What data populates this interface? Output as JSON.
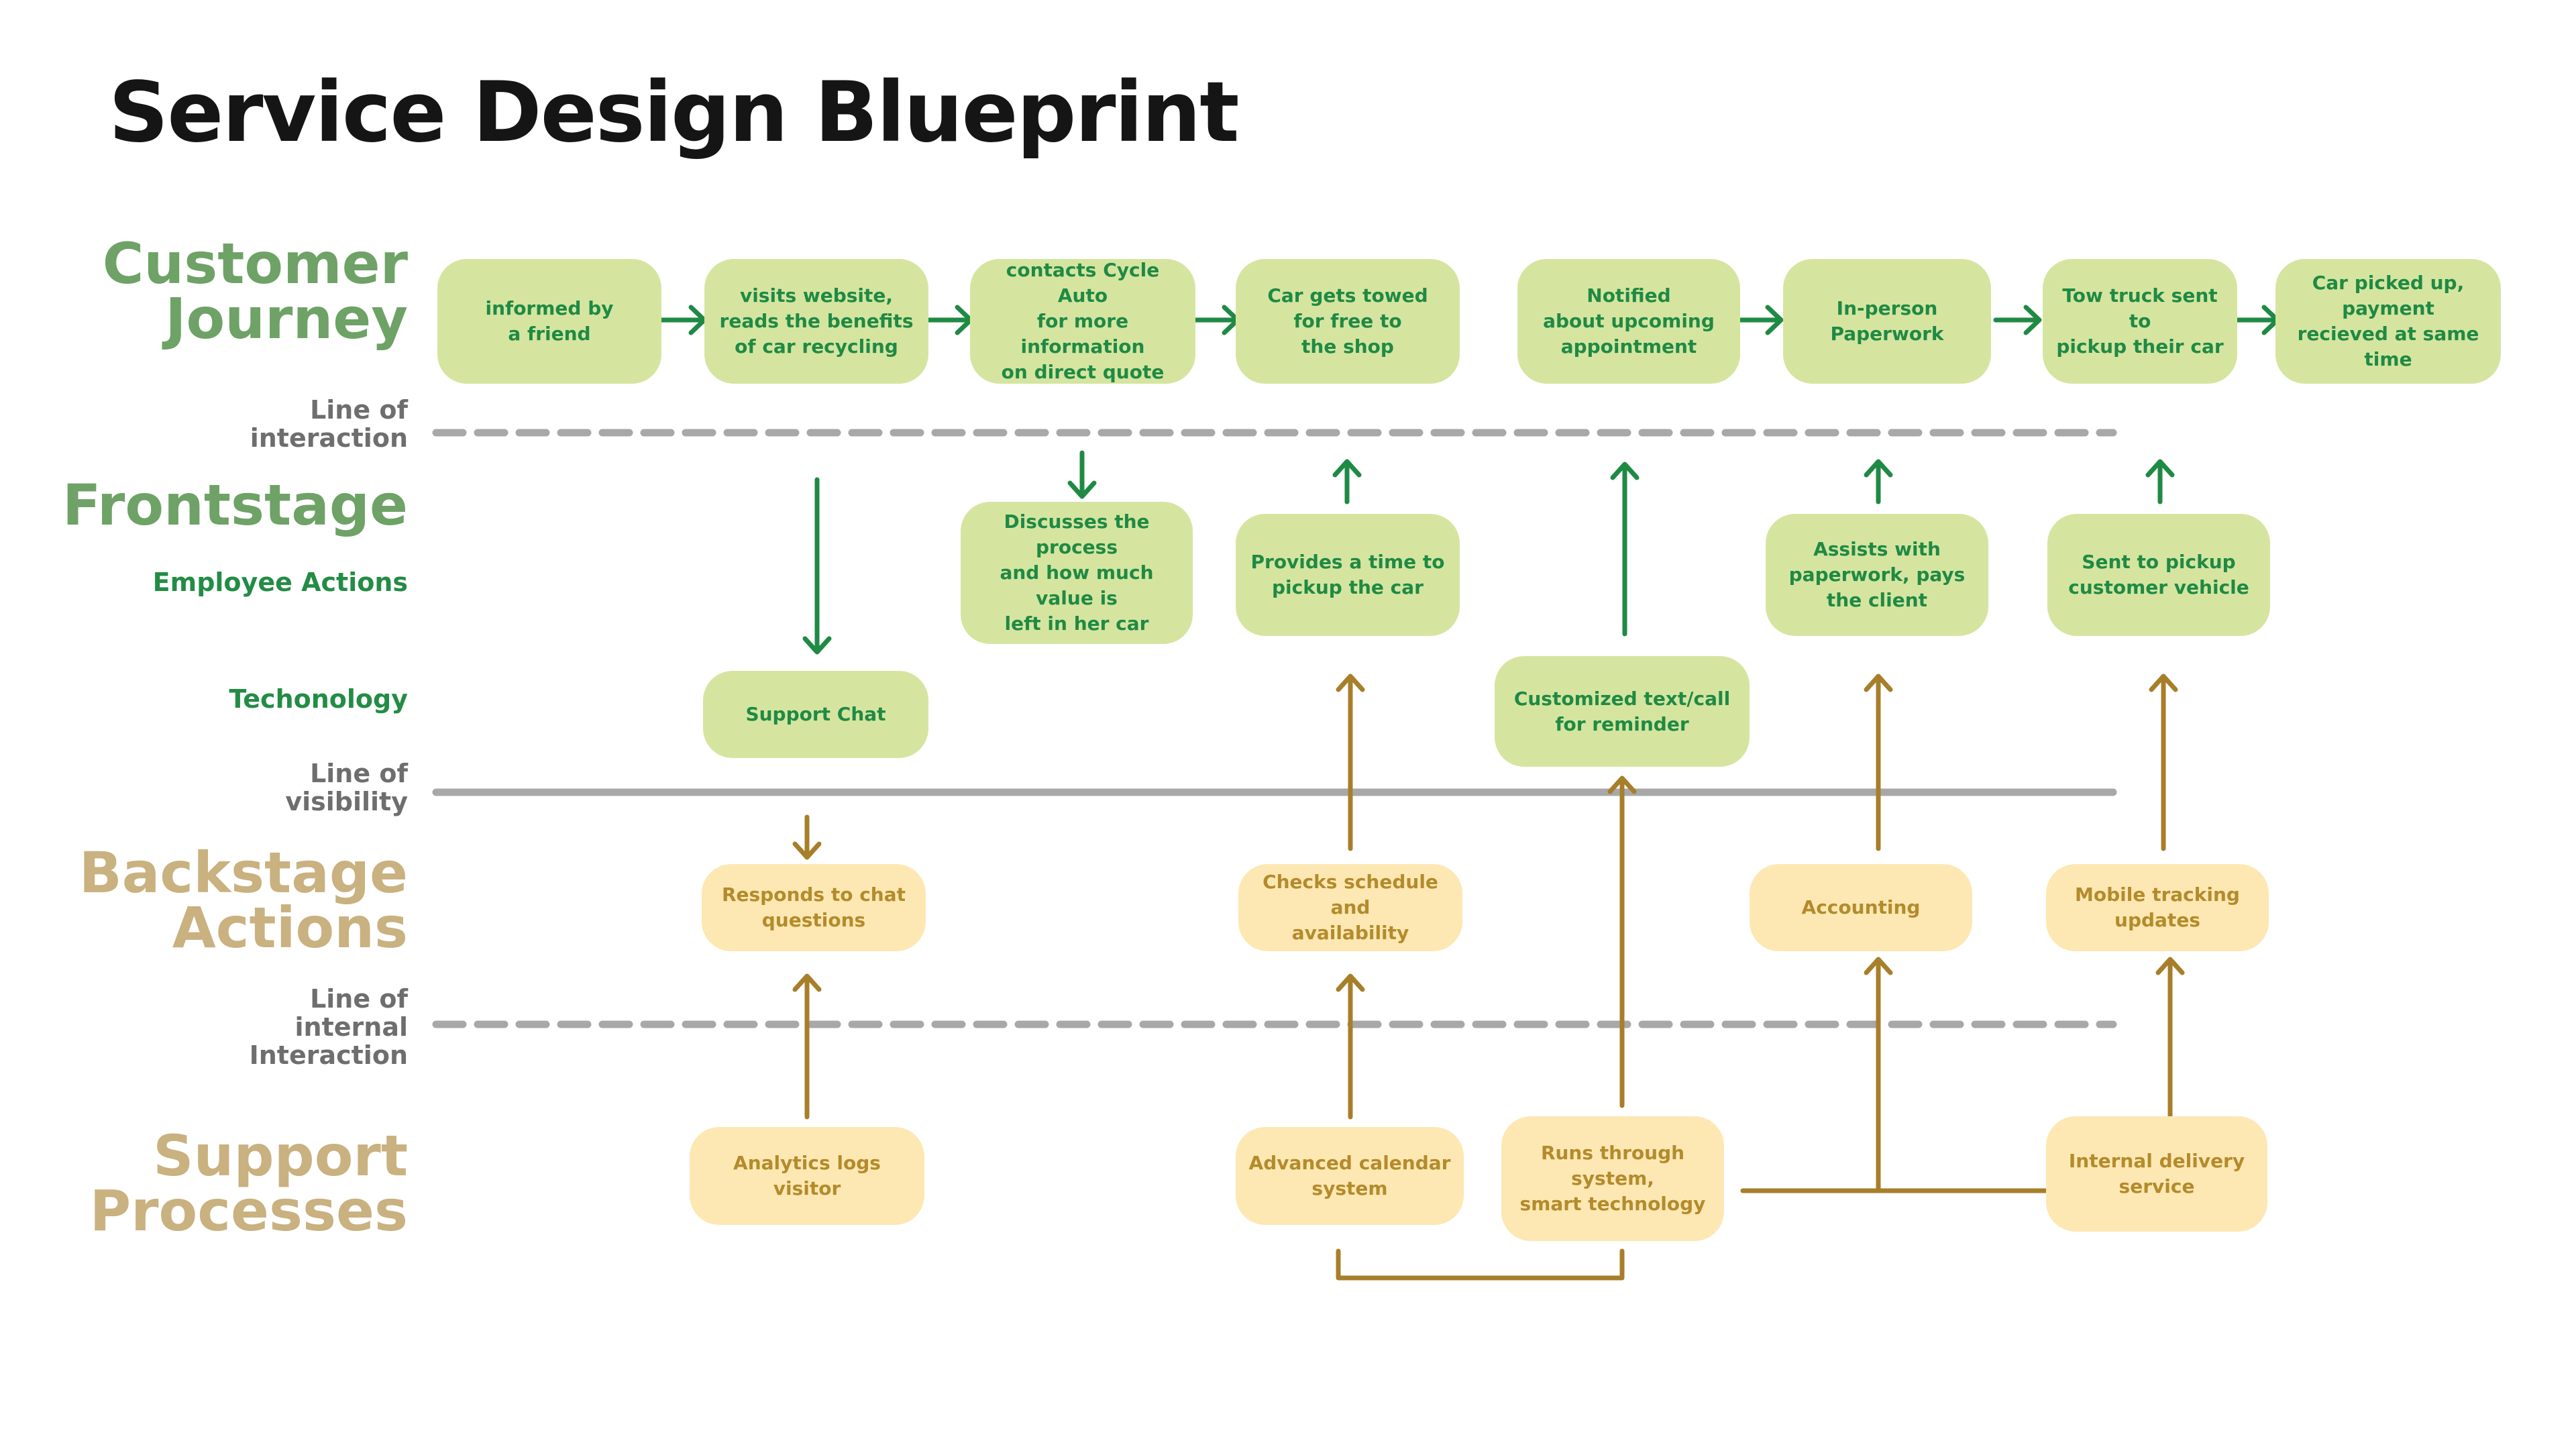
{
  "title": "Service Design Blueprint",
  "colors": {
    "journey_box": "#d5e5a0",
    "journey_text": "#1f8a44",
    "backstage_box": "#fde8b3",
    "backstage_text": "#b48b2c",
    "green_arrow": "#1f8a44",
    "tan_arrow": "#a77f2a",
    "line_gray": "#a8a8a8"
  },
  "sections": {
    "customer_journey": "Customer\nJourney",
    "frontstage": "Frontstage",
    "employee_actions": "Employee Actions",
    "technology": "Techonology",
    "backstage": "Backstage\nActions",
    "support": "Support\nProcesses"
  },
  "lines": {
    "interaction": "Line of\ninteraction",
    "visibility": "Line of\nvisibility",
    "internal": "Line of\ninternal\nInteraction"
  },
  "journey": [
    "informed by\na friend",
    "visits website,\nreads the benefits\nof car recycling",
    "contacts Cycle Auto\nfor more information\non direct quote",
    "Car gets towed\nfor free to\nthe shop",
    "Notified\nabout upcoming\nappointment",
    "In-person\nPaperwork",
    "Tow truck sent to\npickup their car",
    "Car picked up,\npayment\nrecieved at same\ntime"
  ],
  "frontstage": [
    "Discusses the process\nand how much value is\nleft in her car",
    "Provides a time to\npickup the car",
    "Assists with\npaperwork, pays\nthe client",
    "Sent to pickup\ncustomer vehicle"
  ],
  "technology": [
    "Support Chat",
    "Customized text/call\nfor reminder"
  ],
  "backstage": [
    "Responds to chat\nquestions",
    "Checks schedule and\navailability",
    "Accounting",
    "Mobile tracking\nupdates"
  ],
  "support": [
    "Analytics logs visitor",
    "Advanced calendar\nsystem",
    "Runs through system,\nsmart technology",
    "Internal delivery\nservice"
  ]
}
